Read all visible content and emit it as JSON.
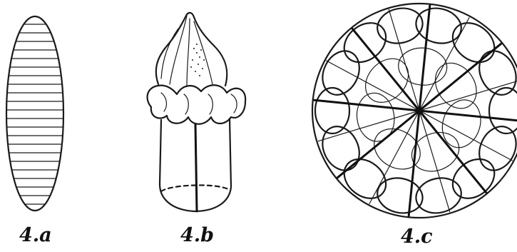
{
  "figures": [
    {
      "caption": "4.a",
      "subject": "striated-ellipsoid"
    },
    {
      "caption": "4.b",
      "subject": "lobed-cell"
    },
    {
      "caption": "4.c",
      "subject": "spherical-colony"
    }
  ],
  "colors": {
    "ink": "#1a1a1a",
    "background": "#ffffff"
  }
}
